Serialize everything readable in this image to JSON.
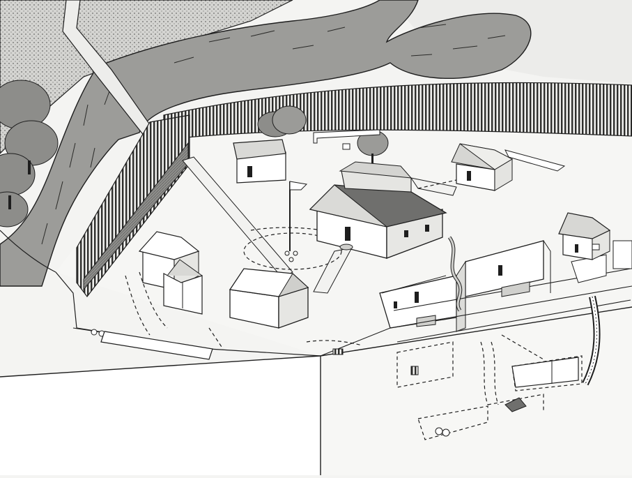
{
  "palette": {
    "paper": "#f4f4f2",
    "ink": "#1e1e1e",
    "stippled_ground": "#c9c9c6",
    "water": "#9a9a97",
    "wall_face": "#ffffff",
    "roof_dark": "#6f6f6d",
    "tree_canopy": "#8d8d8a",
    "palisade": "#3a3a38"
  },
  "scene": {
    "kind": "isometric cutaway illustration of a walled compound",
    "buildings": [
      {
        "id": "far-left-cabin",
        "roof": "gable"
      },
      {
        "id": "small-back-hut",
        "roof": "gable"
      },
      {
        "id": "main-hall",
        "roof": "hip-dark"
      },
      {
        "id": "right-back-cabin",
        "roof": "gable"
      },
      {
        "id": "left-barracks",
        "roof": "gable"
      },
      {
        "id": "front-cabin",
        "roof": "gable"
      },
      {
        "id": "far-right-cabin",
        "roof": "gable"
      }
    ],
    "features": [
      "river",
      "palisade-fence",
      "flagpole",
      "dirt-paths",
      "cutaway-rooms",
      "underground-tunnels",
      "trees"
    ]
  }
}
